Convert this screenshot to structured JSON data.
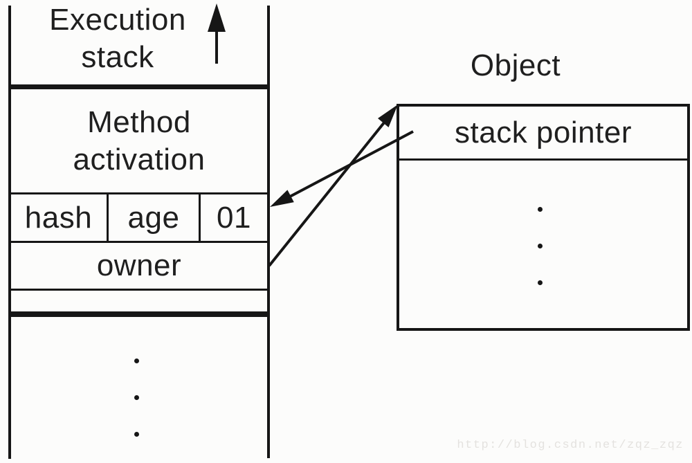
{
  "stack": {
    "title_line1": "Execution",
    "title_line2": "stack",
    "method_activation_line1": "Method",
    "method_activation_line2": "activation",
    "header_fields": {
      "hash": "hash",
      "age": "age",
      "lock_bits": "01"
    },
    "owner": "owner"
  },
  "object": {
    "title": "Object",
    "stack_pointer": "stack pointer"
  },
  "watermark": "http://blog.csdn.net/zqz_zqz",
  "colors": {
    "line": "#161616",
    "text": "#1f1f1f",
    "background": "#fcfcfb",
    "watermark": "#e4e2df"
  }
}
